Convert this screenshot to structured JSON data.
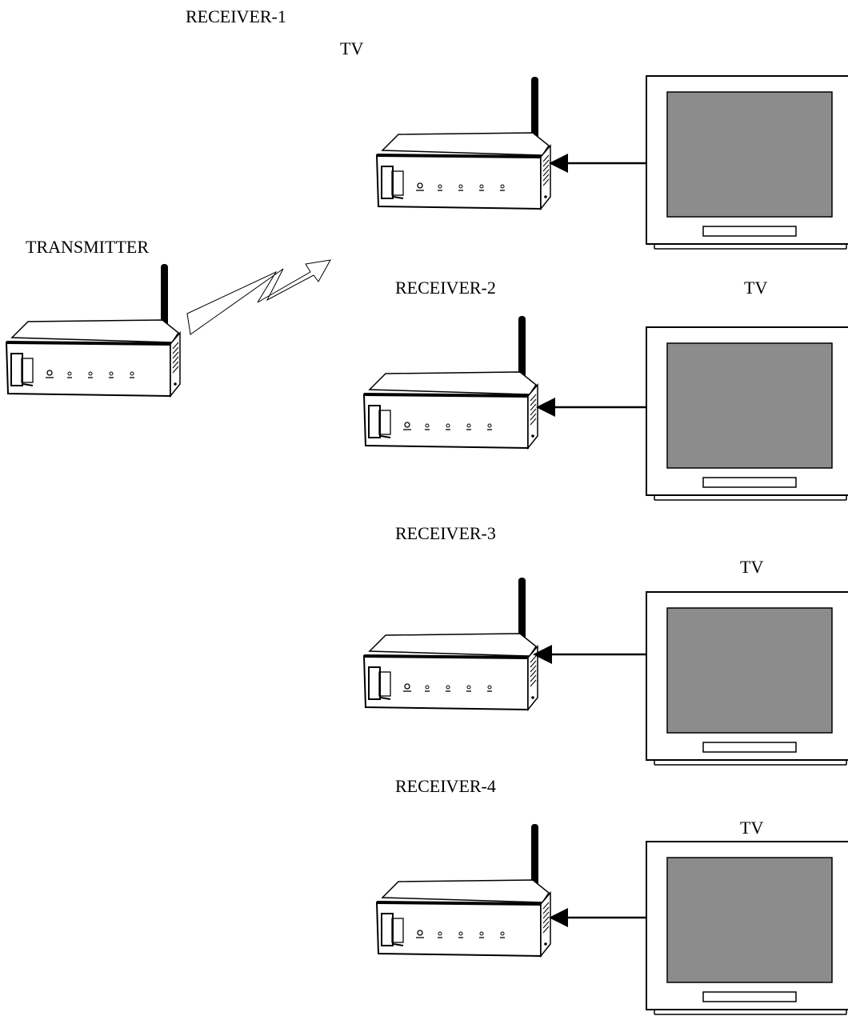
{
  "labels": {
    "transmitter": "TRANSMITTER",
    "receiver_1": "RECEIVER-1",
    "receiver_2": "RECEIVER-2",
    "receiver_3": "RECEIVER-3",
    "receiver_4": "RECEIVER-4",
    "tv_1": "TV",
    "tv_2": "TV",
    "tv_3": "TV",
    "tv_4": "TV"
  },
  "colors": {
    "stroke": "#000000",
    "screen": "#8c8c8c",
    "bezel": "#ffffff"
  }
}
